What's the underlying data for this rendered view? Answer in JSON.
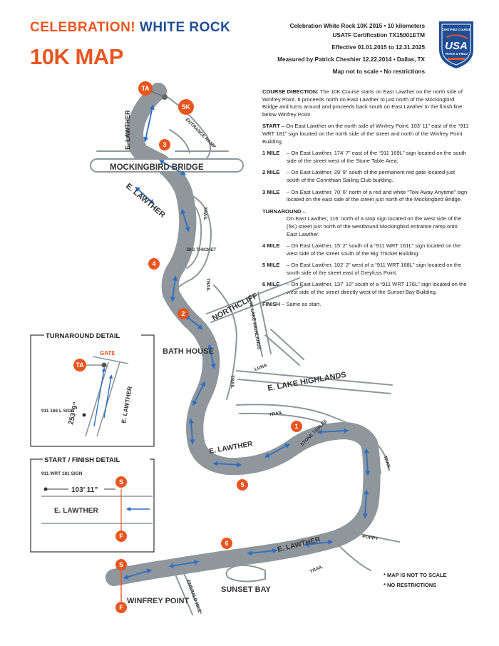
{
  "header": {
    "title_part1": "CELEBRATION!",
    "title_part2": "WHITE ROCK",
    "subtitle": "10K MAP",
    "info_line1": "Celebration White Rock 10K  2015 • 10 kilometers",
    "info_line2": "USATF Certification TX15001ETM",
    "info_line3": "Effective 01.01.2015 to 12.31.2025",
    "info_line4": "Measured by Patrick Cheshier 12.22.2014 • Dallas, TX",
    "info_line5": "Map not to scale • No restrictions",
    "logo_top": "CERTIFIED COURSE",
    "logo_mid": "USA",
    "logo_bottom": "TRACK & FIELD"
  },
  "description": {
    "course_label": "COURSE DIRECTION:",
    "course_text": " The 10K Course starts on East Lawther on the north side of Winfrey Point. It proceeds north on East Lawther to just north of the Mockingbird Bridge and turns around and proceeds back south on East Lawther to the finish line below Winfrey Point.",
    "start_label": "START",
    "start_text": " – On East Lawther on the north side of Winfrey Point, 103’ 11” east of the “911 WRT 181” sign located on the north side of the street and north of the Winfrey Point Building.",
    "miles": [
      {
        "label": "1 MILE",
        "text": "– On East Lawther, 174’ 7” east of the “911 169L” sign located on the south side of the street west of the Stone Table Area."
      },
      {
        "label": "2 MILE",
        "text": "– On East Lawther, 29’ 9” south of the permanent red gate located just south of the Corinthian Sailing Club building."
      },
      {
        "label": "3 MILE",
        "text": "– On East Lawther, 70’ 6” north of a red and white “Tow Away Anytime” sign located on the east side of the street just north of the Mockingbird Bridge."
      }
    ],
    "turnaround_label": "TURNAROUND",
    "turnaround_text": "On East Lawther, 116’ north of a stop sign located on the west side of the (5K) street just north of  the westbound Mockingbird entrance ramp onto East Lawther.",
    "miles2": [
      {
        "label": "4 MILE",
        "text": "– On East Lawther, 15’ 2” south of a “911 WRT 161L” sign located on the west side of the street south of the Big Thicket Building."
      },
      {
        "label": "5 MILE",
        "text": "– On East Lawther, 102’ 2” west of a “911 WRT 168L” sign located on the south side of the street east of Dreyfuss Point."
      },
      {
        "label": "6 MILE",
        "text": "– On East Lawther, 137’ 10” south of a “911 WRT 176L” sign located on the west side of the street directly west of the Sunset Bay Building."
      }
    ],
    "finish_label": "FINISH",
    "finish_text": " – Same as start."
  },
  "notes": [
    "* MAP IS NOT TO SCALE",
    "* NO RESTRICTIONS"
  ],
  "map_labels": {
    "mockingbird": "MOCKINGBIRD BRIDGE",
    "e_lawther": "E. LAWTHER",
    "entrance_ramp": "ENTRANCE RAMP",
    "big_thicket": "BIG THICKET",
    "northcliff": "NORTHCLIFF",
    "w_lake_highlands": "W. LAKE HIGHLANDS",
    "bath_house": "BATH HOUSE",
    "luna": "LUNA",
    "e_lake_highlands": "E. LAKE HIGHLANDS",
    "trail": "TRAIL",
    "stone_tables": "STONE TABLES",
    "poppy": "POPPY",
    "winfrey_point": "WINFREY POINT",
    "sunset_bay": "SUNSET BAY",
    "emerald_isle": "EMERALD ISLE"
  },
  "markers": {
    "ta": "TA",
    "k5": "5K",
    "m1": "1",
    "m2": "2",
    "m3": "3",
    "m4": "4",
    "m5": "5",
    "m6": "6",
    "s": "S",
    "f": "F"
  },
  "turnaround_detail": {
    "title": "TURNAROUND DETAIL",
    "gate": "GATE",
    "distance": "253’ 9”",
    "sign": "911 166 L SIGN",
    "street": "E. LAWTHER"
  },
  "start_detail": {
    "title": "START / FINISH DETAIL",
    "sign": "911 WRT 181 SIGN",
    "distance": "103’ 11”",
    "street": "E. LAWTHER"
  },
  "colors": {
    "orange": "#e8551f",
    "blue": "#1f4e96",
    "road": "#9aa0a6",
    "arrow": "#2f6fc0"
  }
}
